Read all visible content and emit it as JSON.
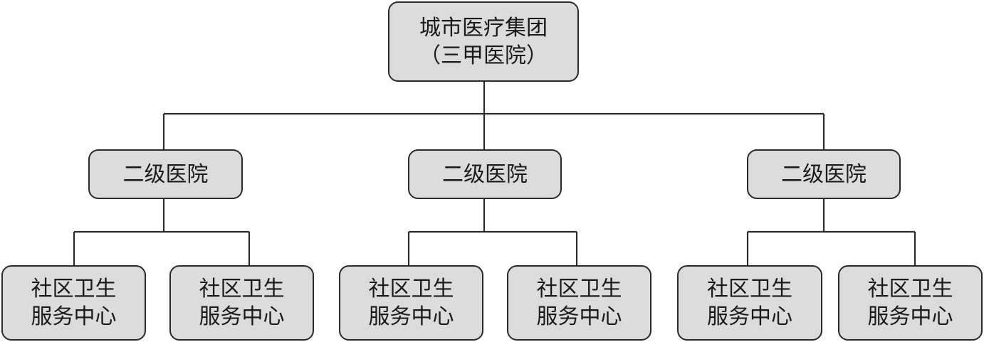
{
  "root": {
    "line1": "城市医疗集团",
    "line2": "（三甲医院）"
  },
  "branches": [
    {
      "label": "二级医院",
      "children": [
        {
          "line1": "社区卫生",
          "line2": "服务中心"
        },
        {
          "line1": "社区卫生",
          "line2": "服务中心"
        }
      ]
    },
    {
      "label": "二级医院",
      "children": [
        {
          "line1": "社区卫生",
          "line2": "服务中心"
        },
        {
          "line1": "社区卫生",
          "line2": "服务中心"
        }
      ]
    },
    {
      "label": "二级医院",
      "children": [
        {
          "line1": "社区卫生",
          "line2": "服务中心"
        },
        {
          "line1": "社区卫生",
          "line2": "服务中心"
        }
      ]
    }
  ],
  "colors": {
    "node_fill": "#dcdcdc",
    "stroke": "#2a2a2a",
    "text": "#1a1a1a"
  }
}
